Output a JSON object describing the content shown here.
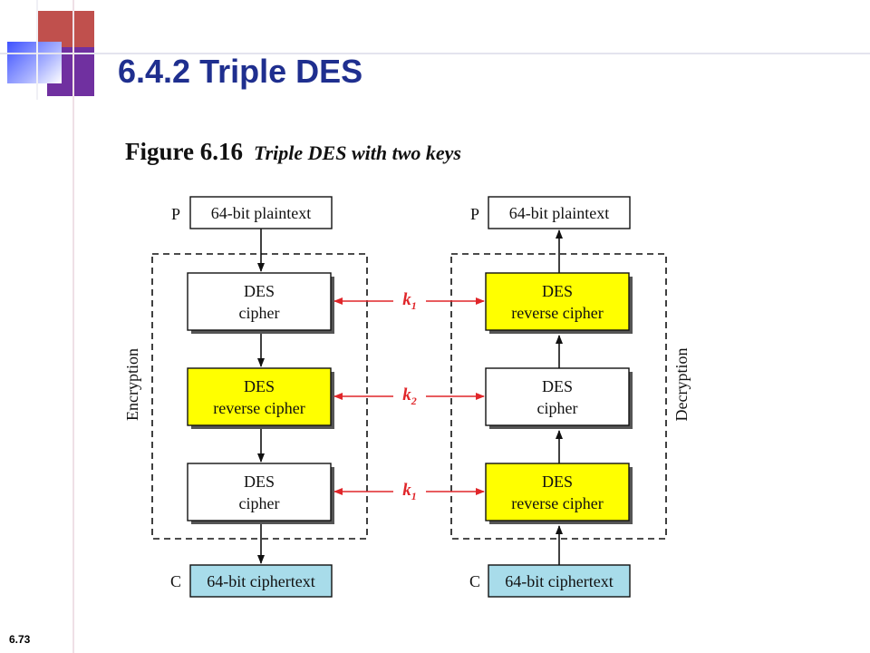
{
  "slide": {
    "title": "6.4.2 Triple DES",
    "page_number": "6.73",
    "accent_colors": [
      "#c0504d",
      "#7030a0",
      "#4f60ff",
      "#1f2f8f"
    ]
  },
  "figure": {
    "number": "Figure 6.16",
    "title": "Triple DES with two keys"
  },
  "diagram": {
    "encryption": {
      "side_label": "Encryption",
      "input_letter": "P",
      "input_label": "64-bit plaintext",
      "output_letter": "C",
      "output_label": "64-bit ciphertext",
      "stages": [
        {
          "line1": "DES",
          "line2": "cipher",
          "highlight": false
        },
        {
          "line1": "DES",
          "line2": "reverse cipher",
          "highlight": true
        },
        {
          "line1": "DES",
          "line2": "cipher",
          "highlight": false
        }
      ]
    },
    "decryption": {
      "side_label": "Decryption",
      "input_letter": "C",
      "input_label": "64-bit ciphertext",
      "output_letter": "P",
      "output_label": "64-bit plaintext",
      "stages": [
        {
          "line1": "DES",
          "line2": "reverse cipher",
          "highlight": true
        },
        {
          "line1": "DES",
          "line2": "cipher",
          "highlight": false
        },
        {
          "line1": "DES",
          "line2": "reverse cipher",
          "highlight": true
        }
      ]
    },
    "keys": [
      {
        "letter": "k",
        "sub": "1"
      },
      {
        "letter": "k",
        "sub": "2"
      },
      {
        "letter": "k",
        "sub": "1"
      }
    ],
    "colors": {
      "highlight_fill": "#ffff00",
      "ciphertext_fill": "#a8dcea",
      "key_arrow": "#e0262a"
    }
  }
}
